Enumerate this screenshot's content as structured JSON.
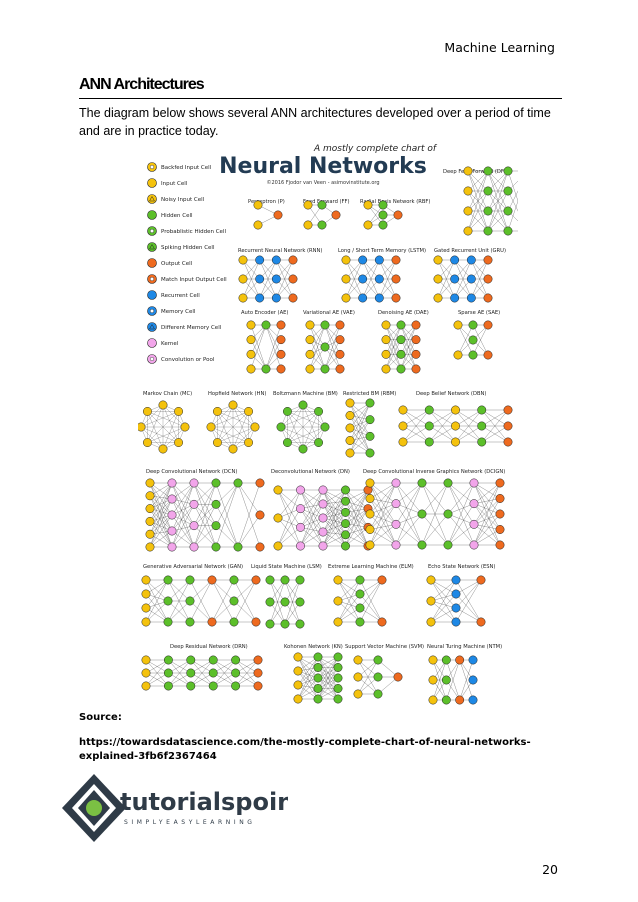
{
  "header": {
    "section": "Machine Learning"
  },
  "section_title": "ANN Architectures",
  "intro_text": "The diagram below shows several ANN architectures developed over a period of time and are in practice today.",
  "chart": {
    "kicker": "A mostly complete chart of",
    "title": "Neural Networks",
    "credit": "©2016 Fjodor van Veen - asimovinstitute.org",
    "legend": [
      {
        "label": "Backfed Input Cell",
        "color": "#f4c20d",
        "symbol": "dot"
      },
      {
        "label": "Input Cell",
        "color": "#f4c20d",
        "symbol": "none"
      },
      {
        "label": "Noisy Input Cell",
        "color": "#f4c20d",
        "symbol": "triangle"
      },
      {
        "label": "Hidden Cell",
        "color": "#5cbf2a",
        "symbol": "none"
      },
      {
        "label": "Probablistic Hidden Cell",
        "color": "#5cbf2a",
        "symbol": "dot"
      },
      {
        "label": "Spiking Hidden Cell",
        "color": "#5cbf2a",
        "symbol": "triangle"
      },
      {
        "label": "Output Cell",
        "color": "#ee6a1f",
        "symbol": "none"
      },
      {
        "label": "Match Input Output Cell",
        "color": "#ee6a1f",
        "symbol": "dot"
      },
      {
        "label": "Recurrent Cell",
        "color": "#1e88e5",
        "symbol": "none"
      },
      {
        "label": "Memory Cell",
        "color": "#1e88e5",
        "symbol": "dot"
      },
      {
        "label": "Different Memory Cell",
        "color": "#1e88e5",
        "symbol": "triangle"
      },
      {
        "label": "Kernel",
        "color": "#f2a5ea",
        "symbol": "none"
      },
      {
        "label": "Convolution or Pool",
        "color": "#f2a5ea",
        "symbol": "dot"
      }
    ],
    "networks": [
      {
        "label": "Deep Feed Forward (DFF)",
        "layers": [
          "Y",
          "Y",
          "Y",
          "G",
          "G",
          "G",
          "O",
          "O"
        ]
      },
      {
        "label": "Perceptron (P)",
        "layers": []
      },
      {
        "label": "Feed Forward (FF)",
        "layers": []
      },
      {
        "label": "Radial Basis Network (RBF)",
        "layers": []
      },
      {
        "label": "Recurrent Neural Network (RNN)",
        "layers": []
      },
      {
        "label": "Long / Short Term Memory (LSTM)",
        "layers": []
      },
      {
        "label": "Gated Recurrent Unit (GRU)",
        "layers": []
      },
      {
        "label": "Auto Encoder (AE)",
        "layers": []
      },
      {
        "label": "Variational AE (VAE)",
        "layers": []
      },
      {
        "label": "Denoising AE (DAE)",
        "layers": []
      },
      {
        "label": "Sparse AE (SAE)",
        "layers": []
      },
      {
        "label": "Markov Chain (MC)",
        "layers": []
      },
      {
        "label": "Hopfield Network (HN)",
        "layers": []
      },
      {
        "label": "Boltzmann Machine (BM)",
        "layers": []
      },
      {
        "label": "Restricted BM (RBM)",
        "layers": []
      },
      {
        "label": "Deep Belief Network (DBN)",
        "layers": []
      },
      {
        "label": "Deep Convolutional Network (DCN)",
        "layers": []
      },
      {
        "label": "Deconvolutional Network (DN)",
        "layers": []
      },
      {
        "label": "Deep Convolutional Inverse Graphics Network (DCIGN)",
        "layers": []
      },
      {
        "label": "Generative Adversarial Network (GAN)",
        "layers": []
      },
      {
        "label": "Liquid State Machine (LSM)",
        "layers": []
      },
      {
        "label": "Extreme Learning Machine (ELM)",
        "layers": []
      },
      {
        "label": "Echo State Network (ESN)",
        "layers": []
      },
      {
        "label": "Deep Residual Network (DRN)",
        "layers": []
      },
      {
        "label": "Kohonen Network (KN)",
        "layers": []
      },
      {
        "label": "Support Vector Machine (SVM)",
        "layers": []
      },
      {
        "label": "Neural Turing Machine (NTM)",
        "layers": []
      }
    ]
  },
  "source": {
    "label": "Source:",
    "url": "https://towardsdatascience.com/the-mostly-complete-chart-of-neural-networks-explained-3fb6f2367464"
  },
  "logo": {
    "brand": "tutorialspoint",
    "tagline": "SIMPLYEASYLEARNING"
  },
  "page_number": "20"
}
